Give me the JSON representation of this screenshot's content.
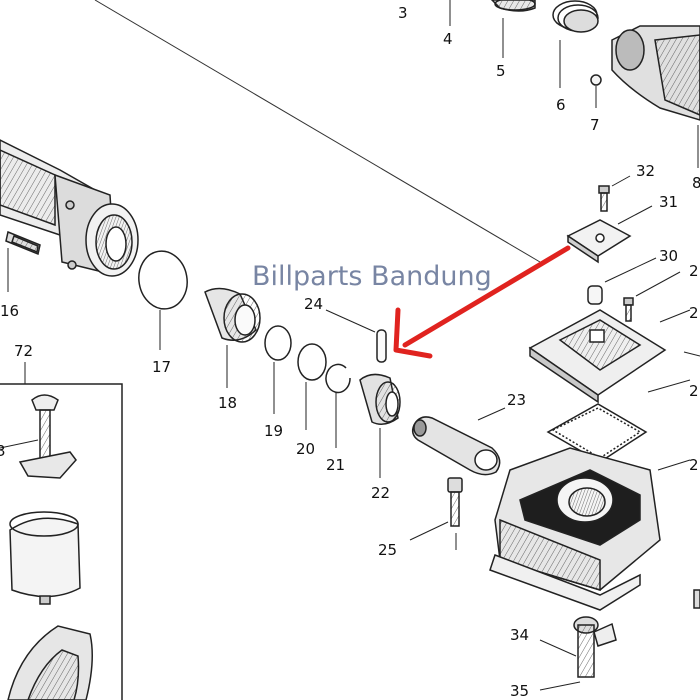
{
  "watermark": "Billparts Bandung",
  "arrow_color": "#e0231f",
  "part_labels": {
    "p3": "3",
    "p4": "4",
    "p5": "5",
    "p6": "6",
    "p7": "7",
    "p8": "8",
    "p16": "16",
    "p17": "17",
    "p18": "18",
    "p19": "19",
    "p20": "20",
    "p21": "21",
    "p22": "22",
    "p23": "23",
    "p24": "24",
    "p25": "25",
    "p30": "30",
    "p31": "31",
    "p32": "32",
    "p34": "34",
    "p35": "35",
    "p72": "72",
    "p2a": "2",
    "p2b": "2",
    "p2c": "2",
    "p2d": "2",
    "p3left": "3"
  }
}
